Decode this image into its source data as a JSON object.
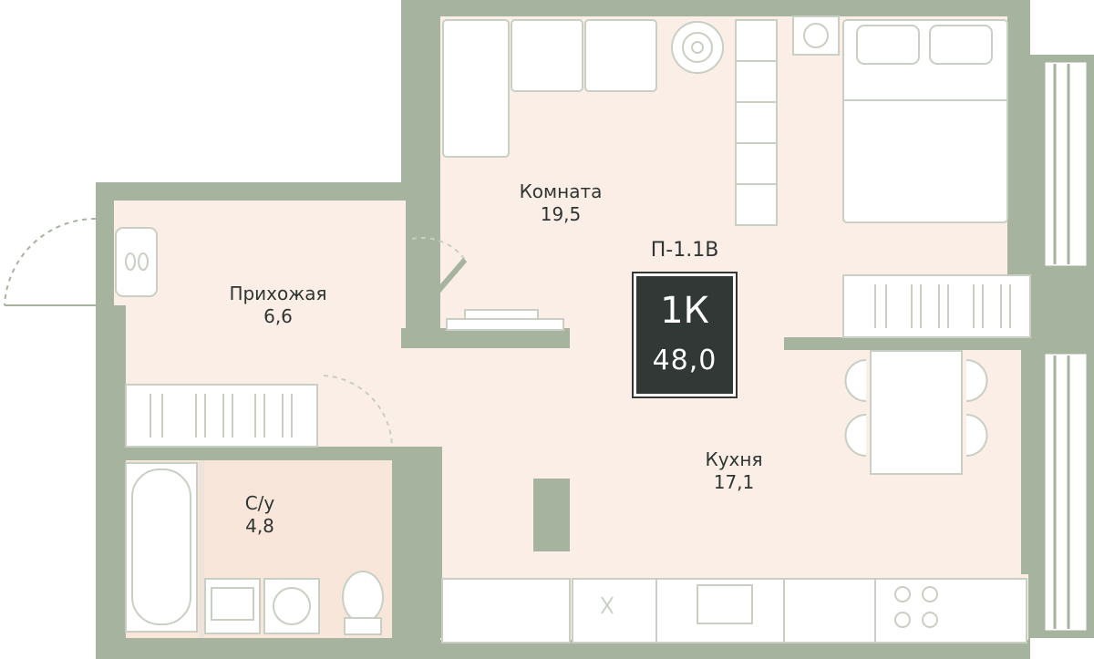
{
  "plan": {
    "code": "П-1.1В",
    "type": "1К",
    "total_area": "48,0"
  },
  "rooms": [
    {
      "name": "Комната",
      "area": "19,5"
    },
    {
      "name": "Прихожая",
      "area": "6,6"
    },
    {
      "name": "С/у",
      "area": "4,8"
    },
    {
      "name": "Кухня",
      "area": "17,1"
    }
  ],
  "colors": {
    "wall": "#a6b39f",
    "floor": "#faeee6",
    "bath_floor": "#f8e6db",
    "furniture_line": "#c9cfc3",
    "badge": "#323835"
  }
}
